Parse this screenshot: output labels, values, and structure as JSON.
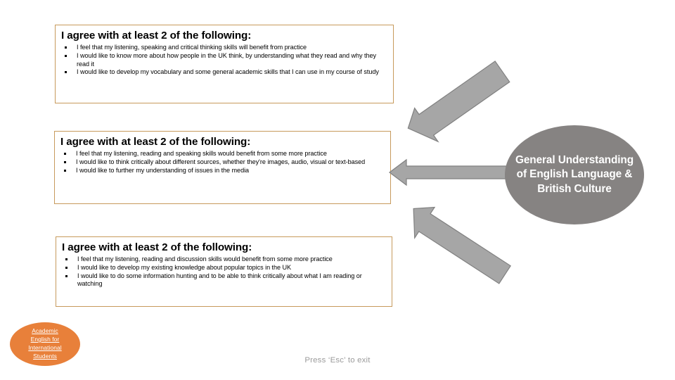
{
  "slide": {
    "background_color": "#ffffff",
    "box_border_color": "#c79a5c",
    "hub_color": "#868382",
    "arrow_color": "#a6a6a6",
    "arrow_outline_color": "#808080",
    "logo_color": "#e8803a",
    "hint_color": "#9b9b9b"
  },
  "boxes": [
    {
      "title": "I agree with at least 2 of the following:",
      "items": [
        "I feel that my listening, speaking and critical thinking skills will benefit from practice",
        "I would like to know more about how people in the UK think, by understanding what they read and why they read it",
        "I would like to develop my vocabulary and some general academic skills that I can use in my course of study"
      ]
    },
    {
      "title": "I agree with at least 2 of the following:",
      "items": [
        "I feel that my listening, reading and speaking skills would benefit from some more practice",
        "I would like to think critically about different sources, whether they're images, audio, visual or text-based",
        "I would like to further my understanding of issues in the media"
      ]
    },
    {
      "title": "I agree with at least 2 of the following:",
      "items": [
        "I feel that my listening, reading and discussion skills would benefit from some more practice",
        "I would like to develop my existing knowledge about popular topics in the UK",
        "I would like to do some information hunting and to be able to think critically about what I am reading or watching"
      ]
    }
  ],
  "hub": {
    "label": "General Understanding of English Language & British Culture"
  },
  "arrows": [
    {
      "name": "arrow-to-box-1",
      "direction": "up-left"
    },
    {
      "name": "arrow-to-box-2",
      "direction": "left"
    },
    {
      "name": "arrow-to-box-3",
      "direction": "down-left"
    }
  ],
  "logo": {
    "line1": "Academic",
    "line2": "English for",
    "line3": "International",
    "line4": "Students"
  },
  "footer": {
    "hint": "Press ‘Esc’ to exit"
  }
}
